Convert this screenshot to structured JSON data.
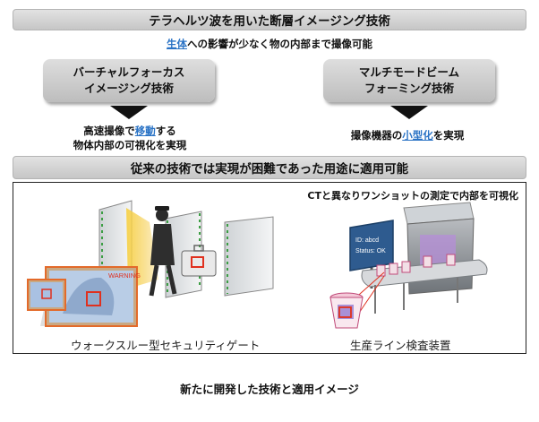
{
  "title": "テラヘルツ波を用いた断層イメージング技術",
  "subtitle": {
    "highlight": "生体",
    "rest": "への影響が少なく物の内部まで撮像可能"
  },
  "tech_left": {
    "line1": "バーチャルフォーカス",
    "line2": "イメージング技術"
  },
  "tech_right": {
    "line1": "マルチモードビーム",
    "line2": "フォーミング技術"
  },
  "benefit_left": {
    "pre": "高速撮像で",
    "highlight": "移動",
    "post": "する",
    "line2": "物体内部の可視化を実現"
  },
  "benefit_right": {
    "pre": "撮像機器の",
    "highlight": "小型化",
    "post": "を実現"
  },
  "applications_title": "従来の技術では実現が困難であった用途に適用可能",
  "illustration": {
    "ct_note": "CTと異なりワンショットの測定で内部を可視化",
    "warning_label": "WARNING",
    "status_line1": "ID: abcd",
    "status_line2": "Status: OK",
    "caption_gate": "ウォークスルー型セキュリティゲート",
    "caption_line": "生産ライン検査装置"
  },
  "figure_caption": "新たに開発した技術と適用イメージ",
  "colors": {
    "highlight": "#2a73c5",
    "scan_beam": "#f2c230",
    "alert": "#e0301e",
    "screen": "#2e5b8f"
  }
}
